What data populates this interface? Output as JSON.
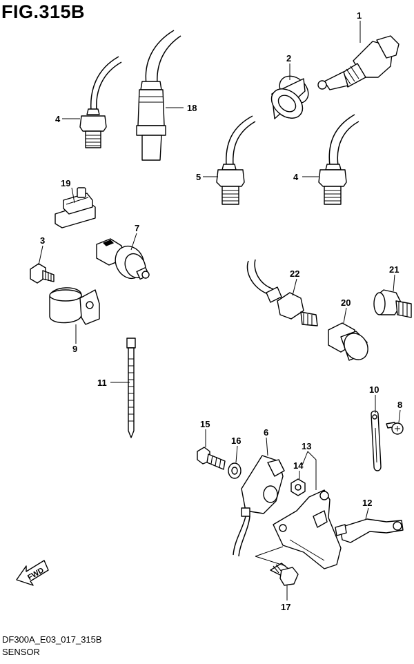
{
  "figure": {
    "title": "FIG.315B",
    "drawing_code": "DF300A_E03_017_315B",
    "section_name": "SENSOR"
  },
  "direction_arrow": {
    "label": "FWD"
  },
  "callouts": {
    "c1": "1",
    "c2": "2",
    "c3": "3",
    "c4a": "4",
    "c4b": "4",
    "c5": "5",
    "c6": "6",
    "c7": "7",
    "c8": "8",
    "c9": "9",
    "c10": "10",
    "c11": "11",
    "c12": "12",
    "c13": "13",
    "c14": "14",
    "c15": "15",
    "c16": "16",
    "c17": "17",
    "c18": "18",
    "c19": "19",
    "c20": "20",
    "c21": "21",
    "c22": "22"
  }
}
